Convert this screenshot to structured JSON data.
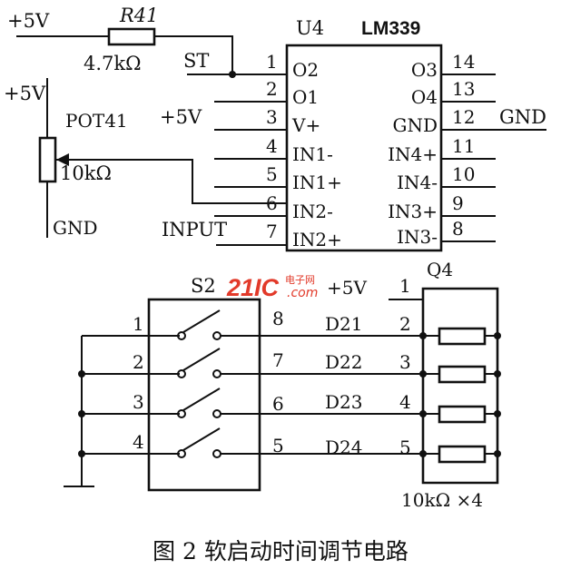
{
  "top": {
    "vcc_label": "+5V",
    "resistor_name": "R41",
    "resistor_value": "4.7kΩ",
    "st_label": "ST"
  },
  "chip": {
    "ref": "U4",
    "part": "LM339",
    "left_pins": [
      {
        "num": "1",
        "name": "O2"
      },
      {
        "num": "2",
        "name": "O1"
      },
      {
        "num": "3",
        "name": "V+"
      },
      {
        "num": "4",
        "name": "IN1-"
      },
      {
        "num": "5",
        "name": "IN1+"
      },
      {
        "num": "6",
        "name": "IN2-"
      },
      {
        "num": "7",
        "name": "IN2+"
      }
    ],
    "right_pins": [
      {
        "num": "14",
        "name": "O3"
      },
      {
        "num": "13",
        "name": "O4"
      },
      {
        "num": "12",
        "name": "GND"
      },
      {
        "num": "11",
        "name": "IN4+"
      },
      {
        "num": "10",
        "name": "IN4-"
      },
      {
        "num": "9",
        "name": "IN3+"
      },
      {
        "num": "8",
        "name": "IN3-"
      }
    ],
    "vplus_label": "+5V",
    "gnd_label": "GND",
    "input_label": "INPUT"
  },
  "pot": {
    "vcc_label": "+5V",
    "name": "POT41",
    "value": "10kΩ",
    "gnd_label": "GND"
  },
  "switch_block": {
    "ref": "S2",
    "left_pins": [
      "1",
      "2",
      "3",
      "4"
    ],
    "right_pins": [
      "8",
      "7",
      "6",
      "5"
    ]
  },
  "nets": [
    "D21",
    "D22",
    "D23",
    "D24"
  ],
  "network": {
    "ref": "Q4",
    "vcc_label": "+5V",
    "pins": [
      "1",
      "2",
      "3",
      "4",
      "5"
    ],
    "value": "10kΩ ×4"
  },
  "watermark": {
    "logo": "21IC",
    "line1": "电子网",
    "line2": ".com"
  },
  "caption": "图 2  软启动时间调节电路"
}
